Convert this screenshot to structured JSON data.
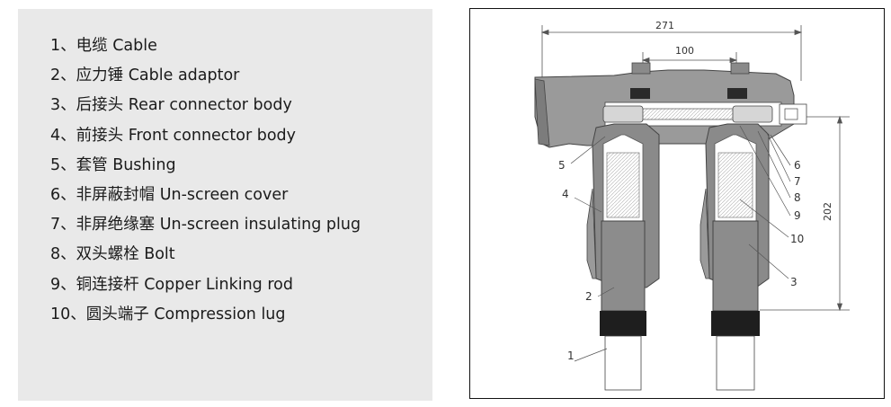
{
  "legend": {
    "items": [
      "1、电缆 Cable",
      "2、应力锤 Cable adaptor",
      "3、后接头 Rear connector body",
      "4、前接头 Front connector body",
      "5、套管 Bushing",
      "6、非屏蔽封帽 Un-screen cover",
      "7、非屏绝缘塞 Un-screen insulating plug",
      "8、双头螺栓 Bolt",
      "9、铜连接杆 Copper Linking rod",
      "10、圆头端子 Compression lug"
    ]
  },
  "drawing": {
    "dimensions": {
      "overall_width": "271",
      "center_spacing": "100",
      "height": "202"
    },
    "callouts": [
      "1",
      "2",
      "3",
      "4",
      "5",
      "6",
      "7",
      "8",
      "9",
      "10"
    ]
  }
}
